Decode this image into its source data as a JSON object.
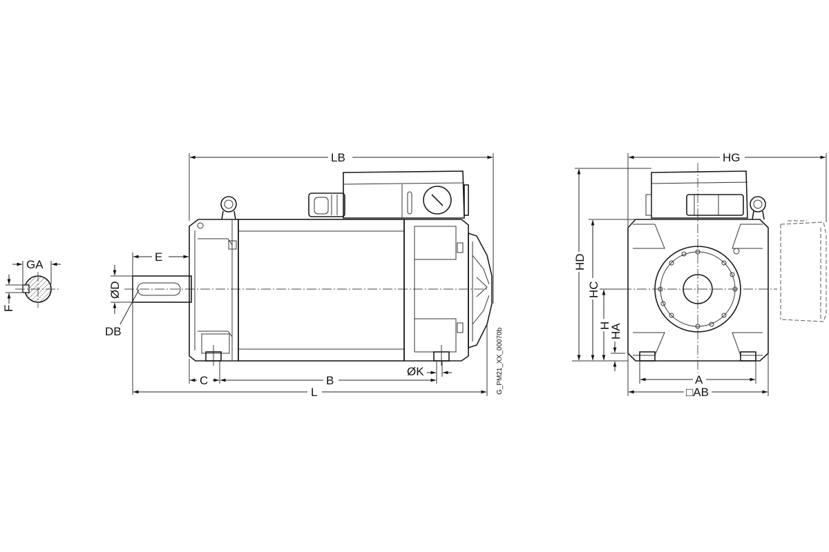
{
  "drawing_code": "G_PM21_XX_00070b",
  "dimensions": {
    "GA": "GA",
    "F": "F",
    "E": "E",
    "D": "ØD",
    "DB": "DB",
    "LB": "LB",
    "C": "C",
    "B": "B",
    "K": "ØK",
    "L": "L",
    "HG": "HG",
    "HD": "HD",
    "HC": "HC",
    "H": "H",
    "HA": "HA",
    "A": "A",
    "AB": "□AB"
  }
}
